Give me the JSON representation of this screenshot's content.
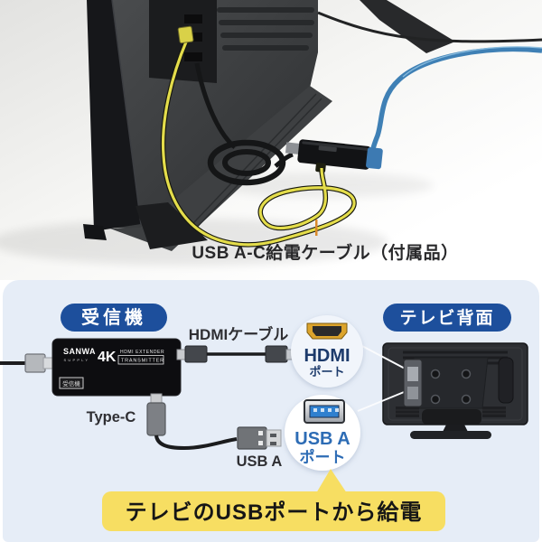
{
  "colors": {
    "badge_navy": "#1d4f9c",
    "panel_blue": "#e6edf7",
    "banner_yellow": "#f7de62",
    "usb_blue": "#2d6cb5",
    "hdmi_gold": "#dca42c",
    "port_text_navy": "#1c3a6b",
    "cable_yellow": "#e4dd4b",
    "lan_cable_blue": "#3f80b5"
  },
  "photo": {
    "caption": "USB A-C給電ケーブル（付属品）"
  },
  "diagram": {
    "receiver_badge": "受信機",
    "tv_badge": "テレビ背面",
    "device": {
      "brand": "SANWA",
      "brand_sub": "SUPPLY",
      "badge_4k": "4K",
      "model_line1": "HDMI EXTENDER",
      "model_line2": "TRANSMITTER",
      "sticker": "受信機"
    },
    "labels": {
      "hdmi_cable": "HDMIケーブル",
      "type_c": "Type-C",
      "usb_a": "USB A"
    },
    "hdmi_port": {
      "line1": "HDMI",
      "line2": "ポート"
    },
    "usb_a_port": {
      "line1": "USB A",
      "line2": "ポート"
    },
    "banner": "テレビのUSBポートから給電"
  }
}
